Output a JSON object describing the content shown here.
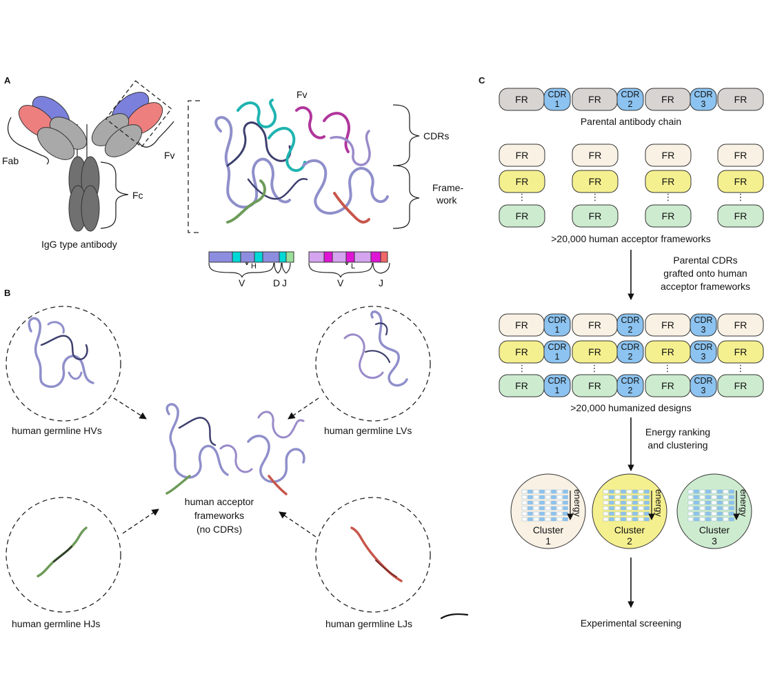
{
  "colors": {
    "heavy": "#7b80dc",
    "light": "#ee7f7f",
    "constant": "#a9a9a9",
    "fc": "#707070",
    "cdr": "#8cc3f0",
    "fr_gray": "#d8d4d2",
    "fr_cream": "#f8f1e4",
    "fr_yellow": "#f5f08f",
    "fr_green": "#cdebcf",
    "ribbon_main": "#8f8fcb",
    "ribbon_teal": "#1fb4b0",
    "ribbon_magenta": "#b0369c",
    "ribbon_green": "#6d9b59",
    "ribbon_red": "#c7564b"
  },
  "panel_a": {
    "label": "A",
    "antibody_caption": "IgG type antibody",
    "fab_label": "Fab",
    "fc_label": "Fc",
    "fv_label": "Fv",
    "fv_structure_label": "Fv",
    "cdrs_label": "CDRs",
    "framework_label_1": "Frame-",
    "framework_label_2": "work",
    "vh_main": "V",
    "vh_sub": "H",
    "vl_main": "V",
    "vl_sub": "L",
    "vh_seg_v": "V",
    "vh_seg_d": "D",
    "vh_seg_j": "J",
    "vl_seg_v": "V",
    "vl_seg_j": "J",
    "vh_blocks": [
      "#8d8de0",
      "#00d8d8",
      "#8d8de0",
      "#00d8d8",
      "#8d8de0",
      "#00d8d8",
      "#9be09b"
    ],
    "vl_blocks": [
      "#d4a4ef",
      "#e016d6",
      "#d4a4ef",
      "#e016d6",
      "#d4a4ef",
      "#e016d6",
      "#f06868"
    ]
  },
  "panel_b": {
    "label": "B",
    "hv_label": "human germline HVs",
    "lv_label": "human germline LVs",
    "hj_label": "human germline HJs",
    "lj_label": "human germline LJs",
    "center_line1": "human acceptor",
    "center_line2": "frameworks",
    "center_line3": "(no CDRs)"
  },
  "panel_c": {
    "label": "C",
    "fr": "FR",
    "cdr": "CDR",
    "cdr_numbers": [
      "1",
      "2",
      "3"
    ],
    "parental_caption": "Parental antibody chain",
    "acceptor_caption": ">20,000 human acceptor frameworks",
    "graft_line1": "Parental CDRs",
    "graft_line2": "grafted onto human",
    "graft_line3": "acceptor frameworks",
    "designs_caption": ">20,000 humanized designs",
    "rank_line1": "Energy ranking",
    "rank_line2": "and clustering",
    "cluster_word": "Cluster",
    "energy": "energy",
    "clusters": [
      "1",
      "2",
      "3"
    ],
    "screening": "Experimental screening"
  }
}
